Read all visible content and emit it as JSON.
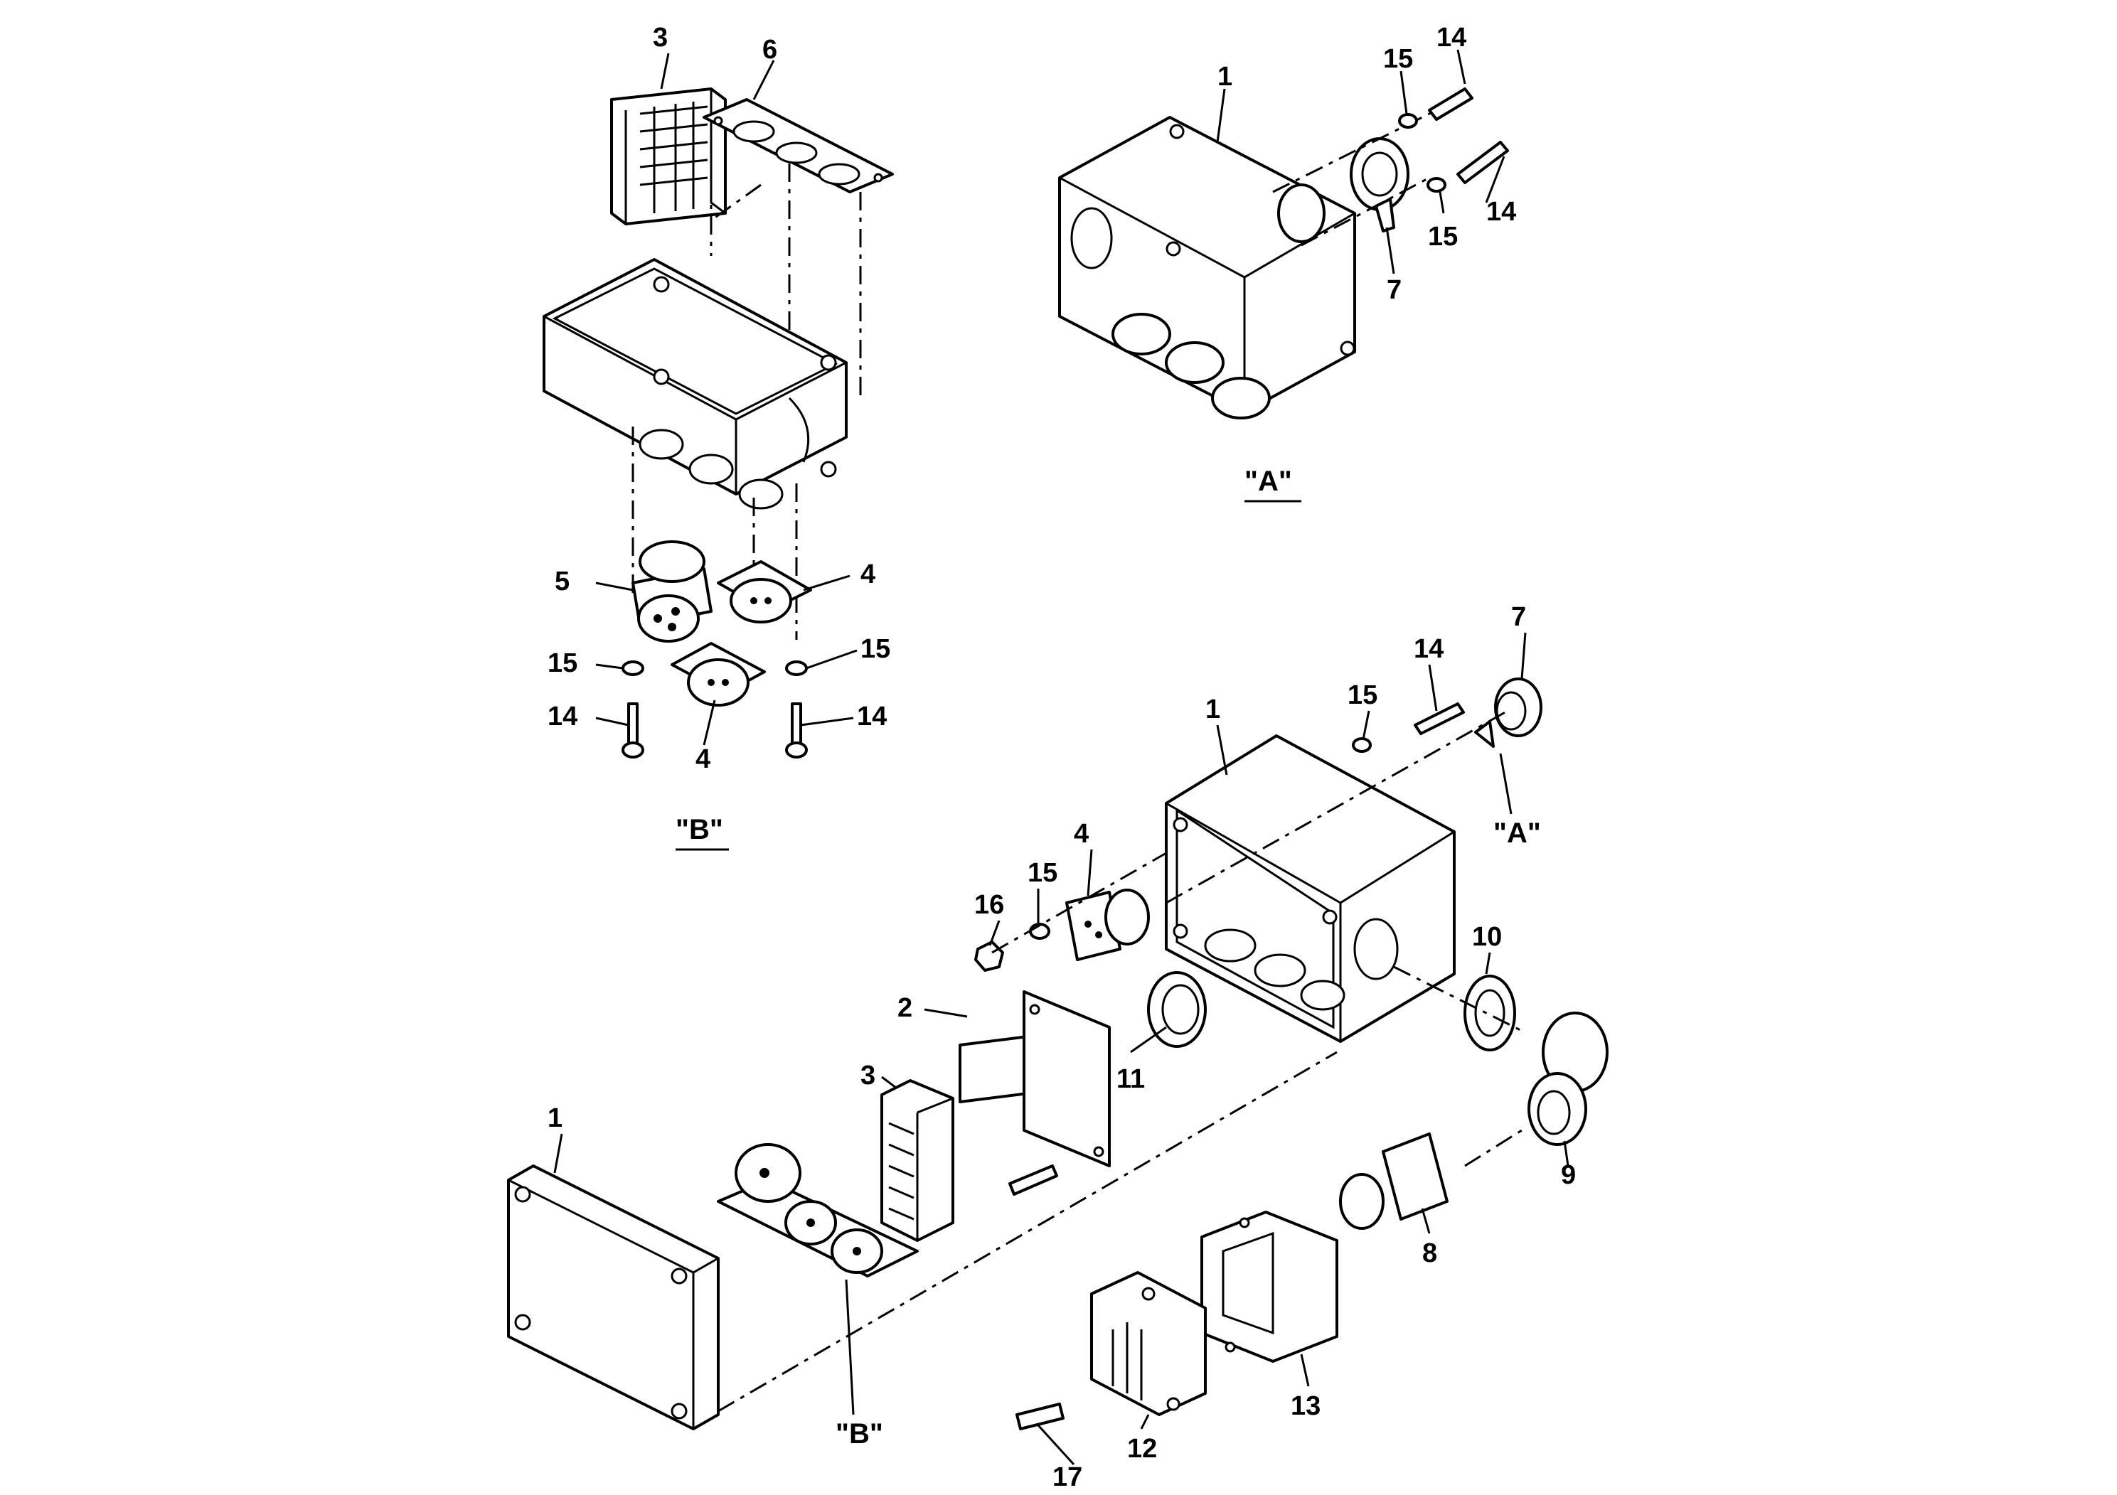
{
  "callouts": {
    "top_left": {
      "terminal_block": "3",
      "mounting_plate": "6",
      "connector_5": "5",
      "connector_4_right": "4",
      "connector_4_bottom": "4",
      "washer_left": "15",
      "washer_right": "15",
      "screw_left": "14",
      "screw_right": "14"
    },
    "top_right": {
      "housing": "1",
      "washer_top": "15",
      "screw_top": "14",
      "screw_bottom": "14",
      "washer_bottom": "15",
      "cap": "7"
    },
    "bottom": {
      "housing": "1",
      "washer_top": "15",
      "screw_top": "14",
      "cap": "7",
      "nut_16": "16",
      "washer_15": "15",
      "connector_4": "4",
      "plate_2": "2",
      "terminal_3": "3",
      "nut_11": "11",
      "gasket_10": "10",
      "gland_9": "9",
      "reducer_8": "8",
      "hood_13": "13",
      "insert_12": "12",
      "pin_17": "17",
      "cover_1": "1"
    }
  },
  "views": {
    "view_a_title": "\"A\"",
    "view_b_title": "\"B\"",
    "ref_a": "\"A\"",
    "ref_b": "\"B\""
  }
}
